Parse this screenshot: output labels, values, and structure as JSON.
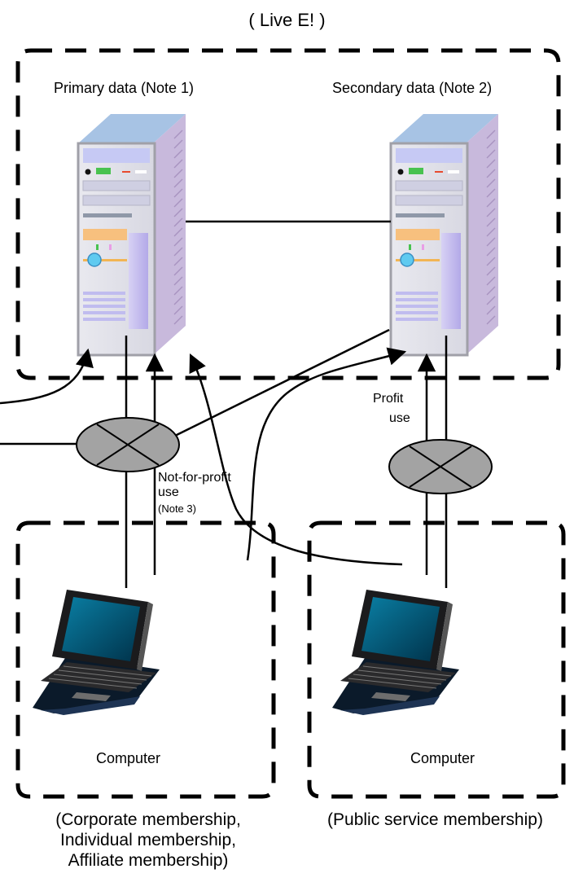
{
  "title": "( Live E! )",
  "servers": {
    "primary_label": "Primary data (Note 1)",
    "secondary_label": "Secondary data (Note 2)"
  },
  "links": {
    "profit_label_1": "Profit",
    "profit_label_2": "use",
    "nonprofit_label_1": "Not-for-profit",
    "nonprofit_label_2": "use",
    "nonprofit_note": "(Note 3)"
  },
  "computers": {
    "left_label": "Computer",
    "right_label": "Computer"
  },
  "captions": {
    "left_line1": "(Corporate membership,",
    "left_line2": "Individual membership,",
    "left_line3": "Affiliate membership)",
    "right": "(Public service membership)"
  }
}
